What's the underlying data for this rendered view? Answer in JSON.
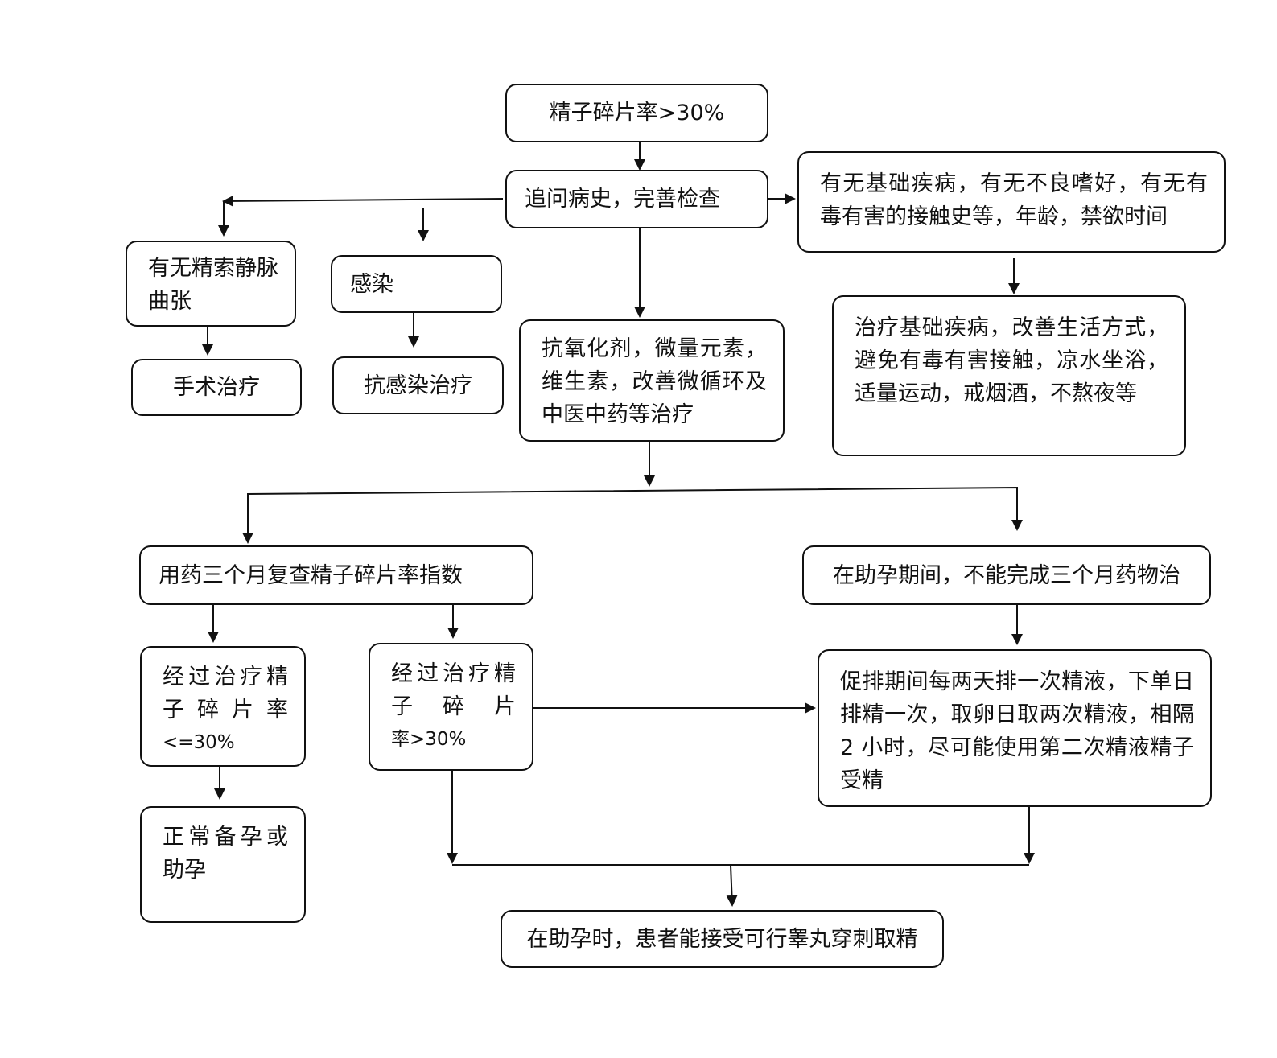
{
  "nodes": {
    "start": "精子碎片率>30%",
    "history": "追问病史，完善检查",
    "basic_disease": "有无基础疾病，有无不良嗜好，有无有毒有害的接触史等，年龄，禁欲时间",
    "varicocele": "有无精索静脉曲张",
    "surgery": "手术治疗",
    "infection": "感染",
    "anti_infection": "抗感染治疗",
    "antioxidant": "抗氧化剂，微量元素，维生素，改善微循环及中医中药等治疗",
    "lifestyle": "治疗基础疾病，改善生活方式，避免有毒有害接触，凉水坐浴，适量运动，戒烟酒，不熬夜等",
    "recheck": "用药三个月复查精子碎片率指数",
    "cannot_complete": "在助孕期间，不能完成三个月药物治",
    "result_ok_text": "经过治疗精子碎片率",
    "result_ok_value": "<=30%",
    "result_bad_text": "经过治疗精子碎片",
    "result_bad_value": "率>30%",
    "normal": "正常备孕或助孕",
    "ejaculation": "促排期间每两天排一次精液，下单日排精一次，取卵日取两次精液，相隔 2 小时，尽可能使用第二次精液精子受精",
    "testicular": "在助孕时，患者能接受可行睾丸穿刺取精"
  }
}
